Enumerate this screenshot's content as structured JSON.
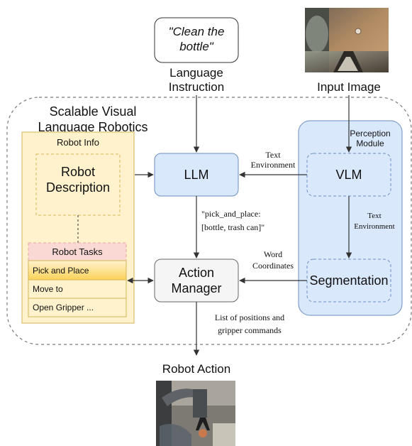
{
  "instruction": {
    "quote_line1": "\"Clean the",
    "quote_line2": "bottle\"",
    "label_line1": "Language",
    "label_line2": "Instruction"
  },
  "input_image": {
    "label": "Input Image"
  },
  "system": {
    "title_line1": "Scalable Visual",
    "title_line2": "Language Robotics"
  },
  "robot_info": {
    "title": "Robot Info",
    "description_line1": "Robot",
    "description_line2": "Description",
    "tasks_title": "Robot Tasks",
    "tasks": [
      "Pick and Place",
      "Move to",
      "Open Gripper ..."
    ]
  },
  "llm": {
    "label": "LLM"
  },
  "action_manager": {
    "label_line1": "Action",
    "label_line2": "Manager"
  },
  "perception": {
    "title_line1": "Perception",
    "title_line2": "Module",
    "vlm_label": "VLM",
    "segmentation_label": "Segmentation"
  },
  "edges": {
    "vlm_to_llm_line1": "Text",
    "vlm_to_llm_line2": "Environment",
    "llm_to_am_line1": "\"pick_and_place:",
    "llm_to_am_line2": "[bottle, trash can]\"",
    "vlm_to_seg_line1": "Text",
    "vlm_to_seg_line2": "Environment",
    "seg_to_am_line1": "Word",
    "seg_to_am_line2": "Coordinates",
    "am_to_action_line1": "List of positions and",
    "am_to_action_line2": "gripper commands"
  },
  "robot_action": {
    "label": "Robot Action"
  },
  "colors": {
    "llm_fill": "#dae8fc",
    "llm_stroke": "#6c8ebf",
    "robot_info_fill": "#fff2cc",
    "robot_info_stroke": "#d6b656",
    "tasks_header_fill": "#fad9d5",
    "tasks_header_stroke": "#e8a59b",
    "task_highlight": "#fbd25a",
    "action_manager_fill": "#f5f5f5",
    "action_manager_stroke": "#666666"
  }
}
